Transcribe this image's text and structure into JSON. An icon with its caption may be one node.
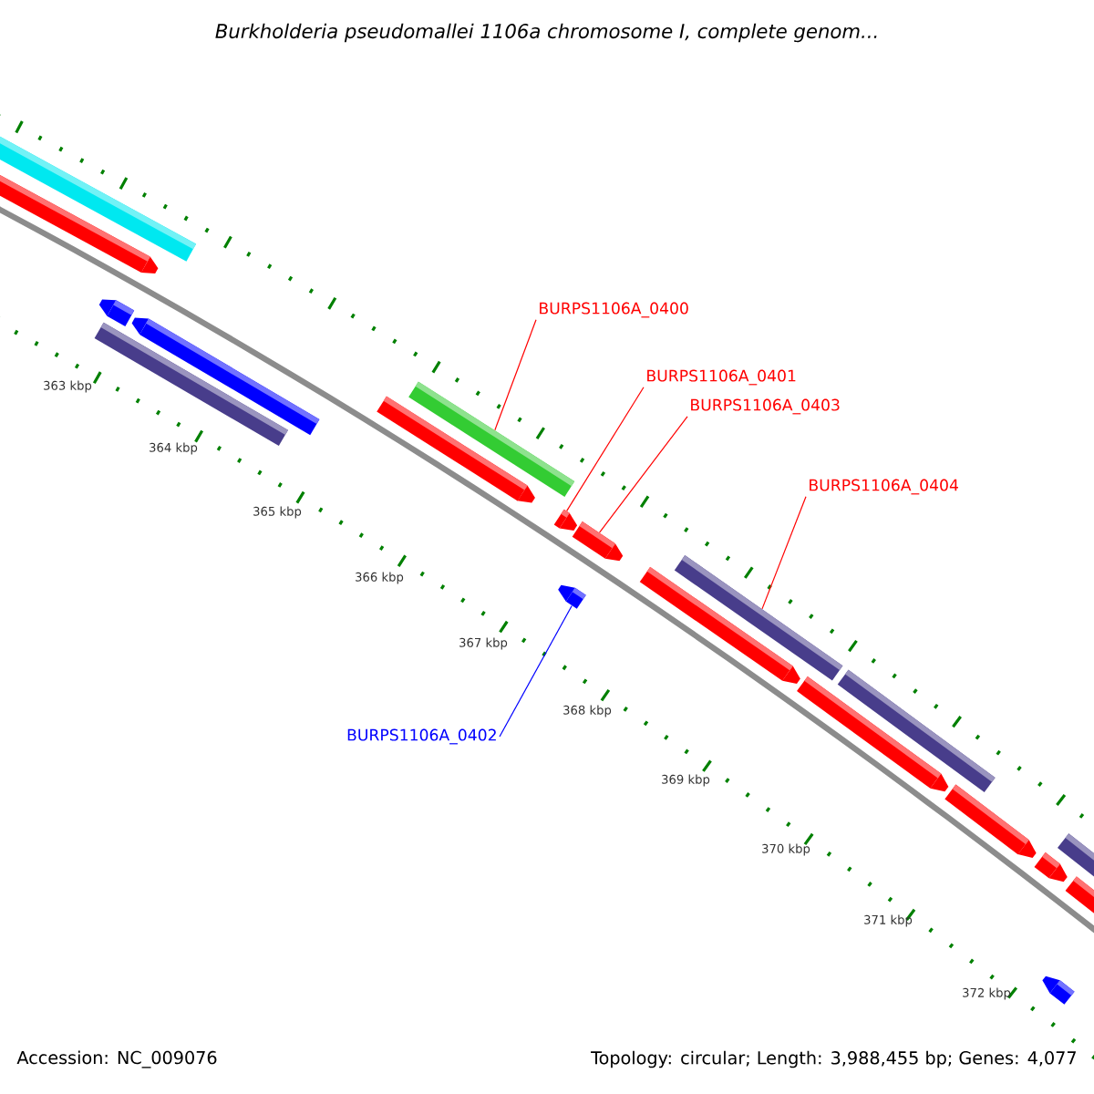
{
  "diagram": {
    "title": "Burkholderia pseudomallei 1106a chromosome I, complete genom...",
    "nodes": [
      {
        "text": [
          "BURPS1106A_0400"
        ]
      },
      {
        "text": [
          "BURPS1106A_0401"
        ]
      },
      {
        "text": [
          "BURPS1106A_0403"
        ]
      },
      {
        "text": [
          "BURPS1106A_0404"
        ]
      },
      {
        "text": [
          "BURPS1106A_0402"
        ]
      },
      {
        "text": [],
        "shape": "bar"
      },
      {
        "text": [],
        "shape": "arrow"
      },
      {
        "text": [],
        "shape": "arrow"
      },
      {
        "text": [],
        "shape": "bar"
      },
      {
        "text": [],
        "shape": "arrow"
      },
      {
        "text": [],
        "shape": "arrow"
      },
      {
        "text": [],
        "shape": "bar"
      },
      {
        "text": [],
        "shape": "arrow"
      },
      {
        "text": [],
        "shape": "arrow"
      },
      {
        "text": [],
        "shape": "arrow"
      },
      {
        "text": [],
        "shape": "arrow"
      },
      {
        "text": [],
        "shape": "bar"
      },
      {
        "text": [],
        "shape": "arrow"
      },
      {
        "text": [],
        "shape": "bar"
      },
      {
        "text": [],
        "shape": "arrow"
      },
      {
        "text": [],
        "shape": "arrow"
      },
      {
        "text": [],
        "shape": "arrow"
      },
      {
        "text": [],
        "shape": "bar"
      },
      {
        "text": [],
        "shape": "arrow"
      }
    ],
    "edges": [
      {
        "from": 0,
        "to": 11,
        "arrow": "none"
      },
      {
        "from": 1,
        "to": 12,
        "arrow": "none"
      },
      {
        "from": 2,
        "to": 13,
        "arrow": "none"
      },
      {
        "from": 3,
        "to": 16,
        "arrow": "none"
      },
      {
        "from": 4,
        "to": 14,
        "arrow": "none",
        "color": "#0000ff"
      }
    ],
    "labels": [
      "363 kbp",
      "364 kbp",
      "365 kbp",
      "366 kbp",
      "367 kbp",
      "368 kbp",
      "369 kbp",
      "370 kbp",
      "371 kbp",
      "372 kbp",
      "Accession: NC_009076",
      "Topology: circular; Length: 3,988,455 bp; Genes: 4,077"
    ]
  }
}
